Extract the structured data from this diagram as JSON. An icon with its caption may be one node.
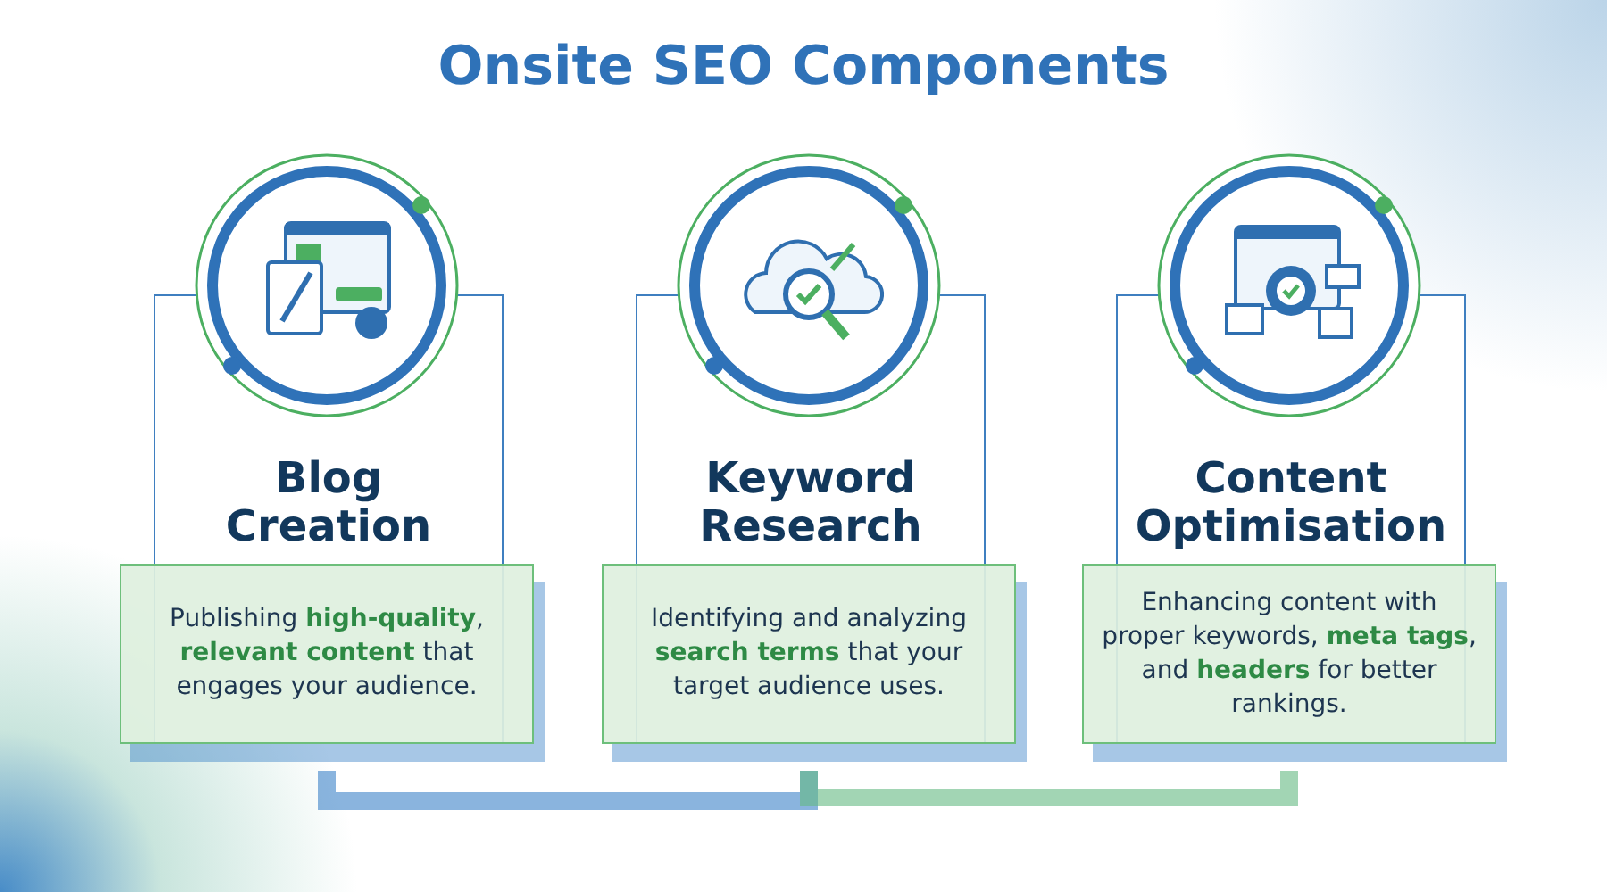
{
  "diagram": {
    "title": "Onsite SEO Components",
    "nodes": [
      {
        "text": [
          "Blog Creation",
          "Publishing **high-quality**, **relevant content** that engages your audience."
        ]
      },
      {
        "text": [
          "Keyword Research",
          "Identifying and analyzing **search terms** that your target audience uses."
        ]
      },
      {
        "text": [
          "Content Optimisation",
          "Enhancing content with proper keywords, **meta tags**, and **headers** for better rankings."
        ]
      }
    ],
    "edges": [
      {
        "from": 0,
        "to": 1,
        "arrow": "none"
      },
      {
        "from": 1,
        "to": 2,
        "arrow": "none"
      }
    ]
  }
}
